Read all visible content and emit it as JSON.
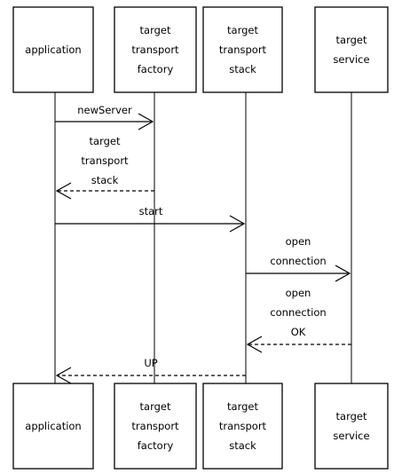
{
  "participants": [
    {
      "id": "app",
      "lines": [
        "application"
      ]
    },
    {
      "id": "factory",
      "lines": [
        "target",
        "transport",
        "factory"
      ]
    },
    {
      "id": "stack",
      "lines": [
        "target",
        "transport",
        "stack"
      ]
    },
    {
      "id": "service",
      "lines": [
        "target",
        "service"
      ]
    }
  ],
  "messages": [
    {
      "from": "app",
      "to": "factory",
      "style": "solid",
      "lines": [
        "newServer"
      ]
    },
    {
      "from": "factory",
      "to": "app",
      "style": "dashed",
      "lines": [
        "target",
        "transport",
        "stack"
      ]
    },
    {
      "from": "app",
      "to": "stack",
      "style": "solid",
      "lines": [
        "start"
      ]
    },
    {
      "from": "stack",
      "to": "service",
      "style": "solid",
      "lines": [
        "open",
        "connection"
      ]
    },
    {
      "from": "service",
      "to": "stack",
      "style": "dashed",
      "lines": [
        "open",
        "connection",
        "OK"
      ]
    },
    {
      "from": "stack",
      "to": "app",
      "style": "dashed",
      "lines": [
        "UP"
      ]
    }
  ]
}
